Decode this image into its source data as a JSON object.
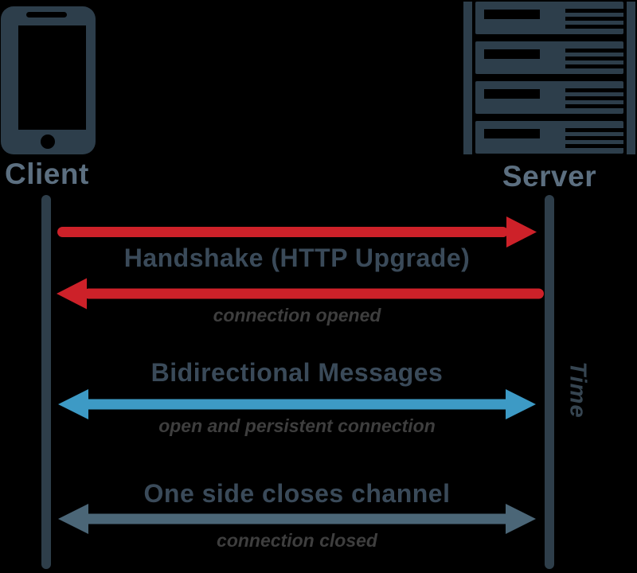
{
  "diagram": {
    "type": "sequence-diagram",
    "subject": "WebSocket connection lifecycle between a client and a server",
    "actors": [
      {
        "id": "client",
        "label": "Client",
        "icon": "smartphone-icon"
      },
      {
        "id": "server",
        "label": "Server",
        "icon": "server-rack-icon"
      }
    ],
    "time_axis_label": "Time",
    "steps": [
      {
        "title": "Handshake (HTTP Upgrade)",
        "caption": "connection opened",
        "arrows": [
          {
            "from": "client",
            "to": "server",
            "direction": "right",
            "color": "#cd2129"
          },
          {
            "from": "server",
            "to": "client",
            "direction": "left",
            "color": "#cd2129"
          }
        ]
      },
      {
        "title": "Bidirectional Messages",
        "caption": "open and persistent connection",
        "arrows": [
          {
            "from": "client",
            "to": "server",
            "direction": "both",
            "color": "#3d9ac5"
          }
        ]
      },
      {
        "title": "One side closes channel",
        "caption": "connection closed",
        "arrows": [
          {
            "from": "client",
            "to": "server",
            "direction": "both",
            "color": "#4b6677"
          }
        ]
      }
    ],
    "colors": {
      "background": "#000000",
      "icon_slate": "#2d3e4b",
      "actor_label": "#5c6f80",
      "step_title": "#3a4a59",
      "caption": "#3e3e3e",
      "handshake_red": "#cd2129",
      "messages_blue": "#3d9ac5",
      "close_slate": "#4b6677",
      "lifeline": "#2e3e4a",
      "time_label": "#364551"
    }
  }
}
